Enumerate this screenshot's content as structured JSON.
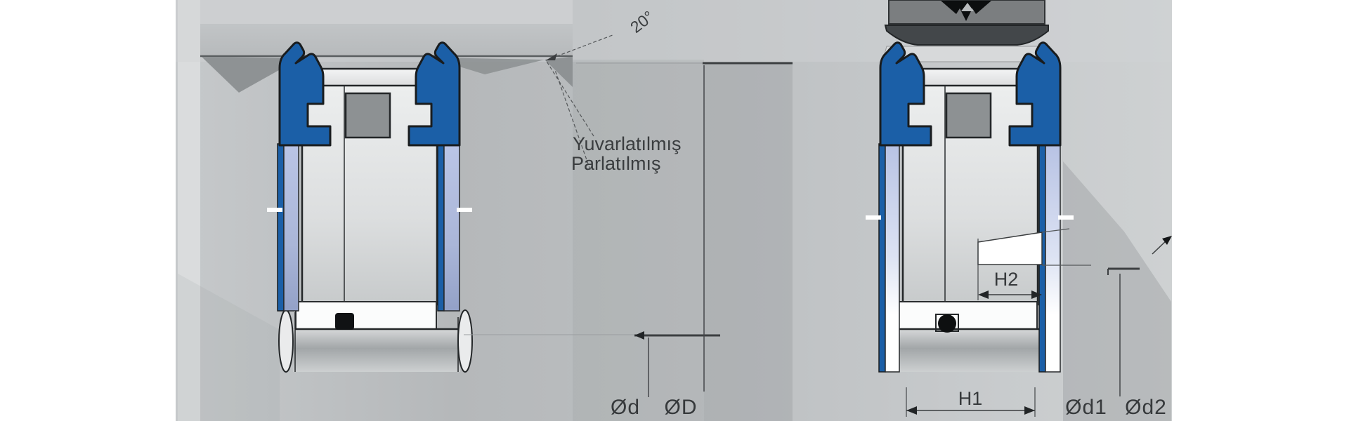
{
  "annotations": {
    "rounded": "Yuvarlatılmış",
    "polished": "Parlatılmış",
    "lip_angle": "20°"
  },
  "left_figure": {
    "dim_shaft": "Ød",
    "dim_bore": "ØD"
  },
  "right_figure": {
    "dim_h1": "H1",
    "dim_h2": "H2",
    "dim_d1": "Ød1",
    "dim_d2": "Ød2"
  },
  "colors": {
    "seal_blue": "#1b5fa7",
    "backup_lavender": "#b7c2e4",
    "oring_black": "#101214",
    "housing_gray": "#bfc2c4",
    "shadow_gray": "#8e9294"
  }
}
